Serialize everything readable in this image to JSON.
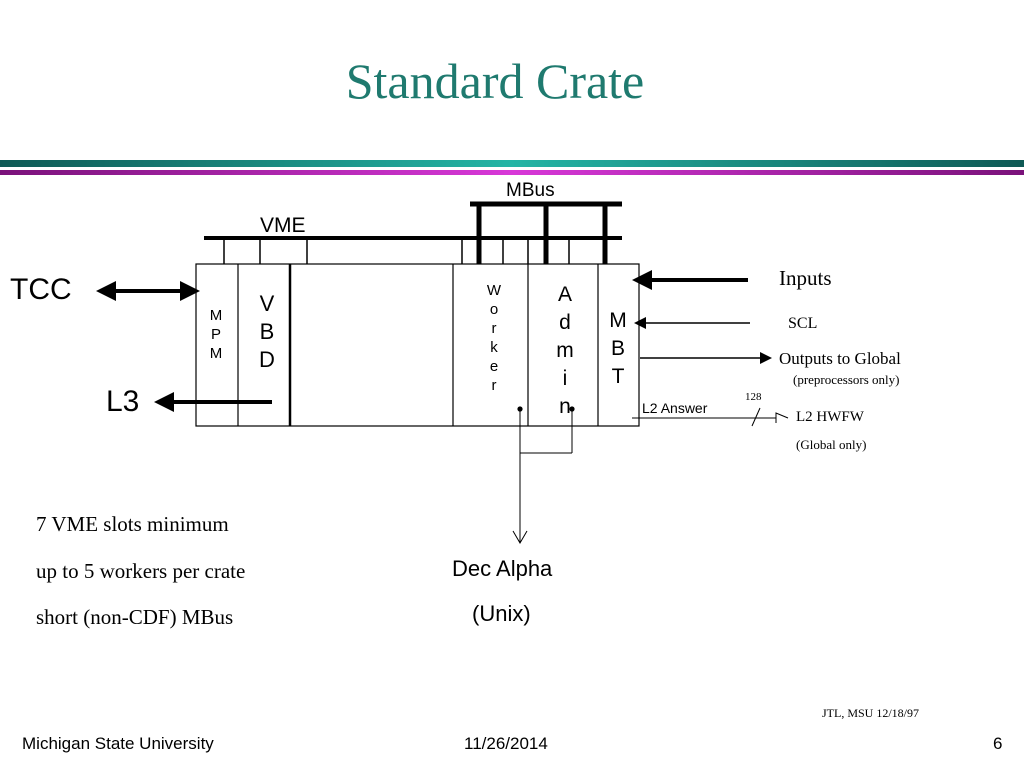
{
  "slide": {
    "title": "Standard Crate"
  },
  "diagram": {
    "mbus_label": "MBus",
    "vme_label": "VME",
    "tcc_label": "TCC",
    "l3_label": "L3",
    "slots": {
      "mpm": [
        "M",
        "P",
        "M"
      ],
      "vbd": [
        "V",
        "B",
        "D"
      ],
      "worker": [
        "W",
        "o",
        "r",
        "k",
        "e",
        "r"
      ],
      "admin": [
        "A",
        "d",
        "m",
        "i",
        "n"
      ],
      "mbt": [
        "M",
        "B",
        "T"
      ]
    },
    "inputs_label": "Inputs",
    "scl_label": "SCL",
    "outputs_label": "Outputs to Global",
    "outputs_note": "(preprocessors only)",
    "l2_answer_label": "L2 Answer",
    "bus_width_label": "128",
    "l2_hwfw_label": "L2 HWFW",
    "l2_hwfw_note": "(Global only)",
    "dec_alpha_label": "Dec Alpha",
    "unix_label": "(Unix)"
  },
  "notes": [
    "7 VME slots minimum",
    "up to 5 workers per crate",
    "short (non-CDF) MBus"
  ],
  "credit": "JTL, MSU 12/18/97",
  "footer": {
    "organization": "Michigan State University",
    "date": "11/26/2014",
    "page_number": "6"
  },
  "colors": {
    "title": "#1f7a6f",
    "rule_teal": "#1a9a8c",
    "rule_magenta": "#c020c0"
  }
}
